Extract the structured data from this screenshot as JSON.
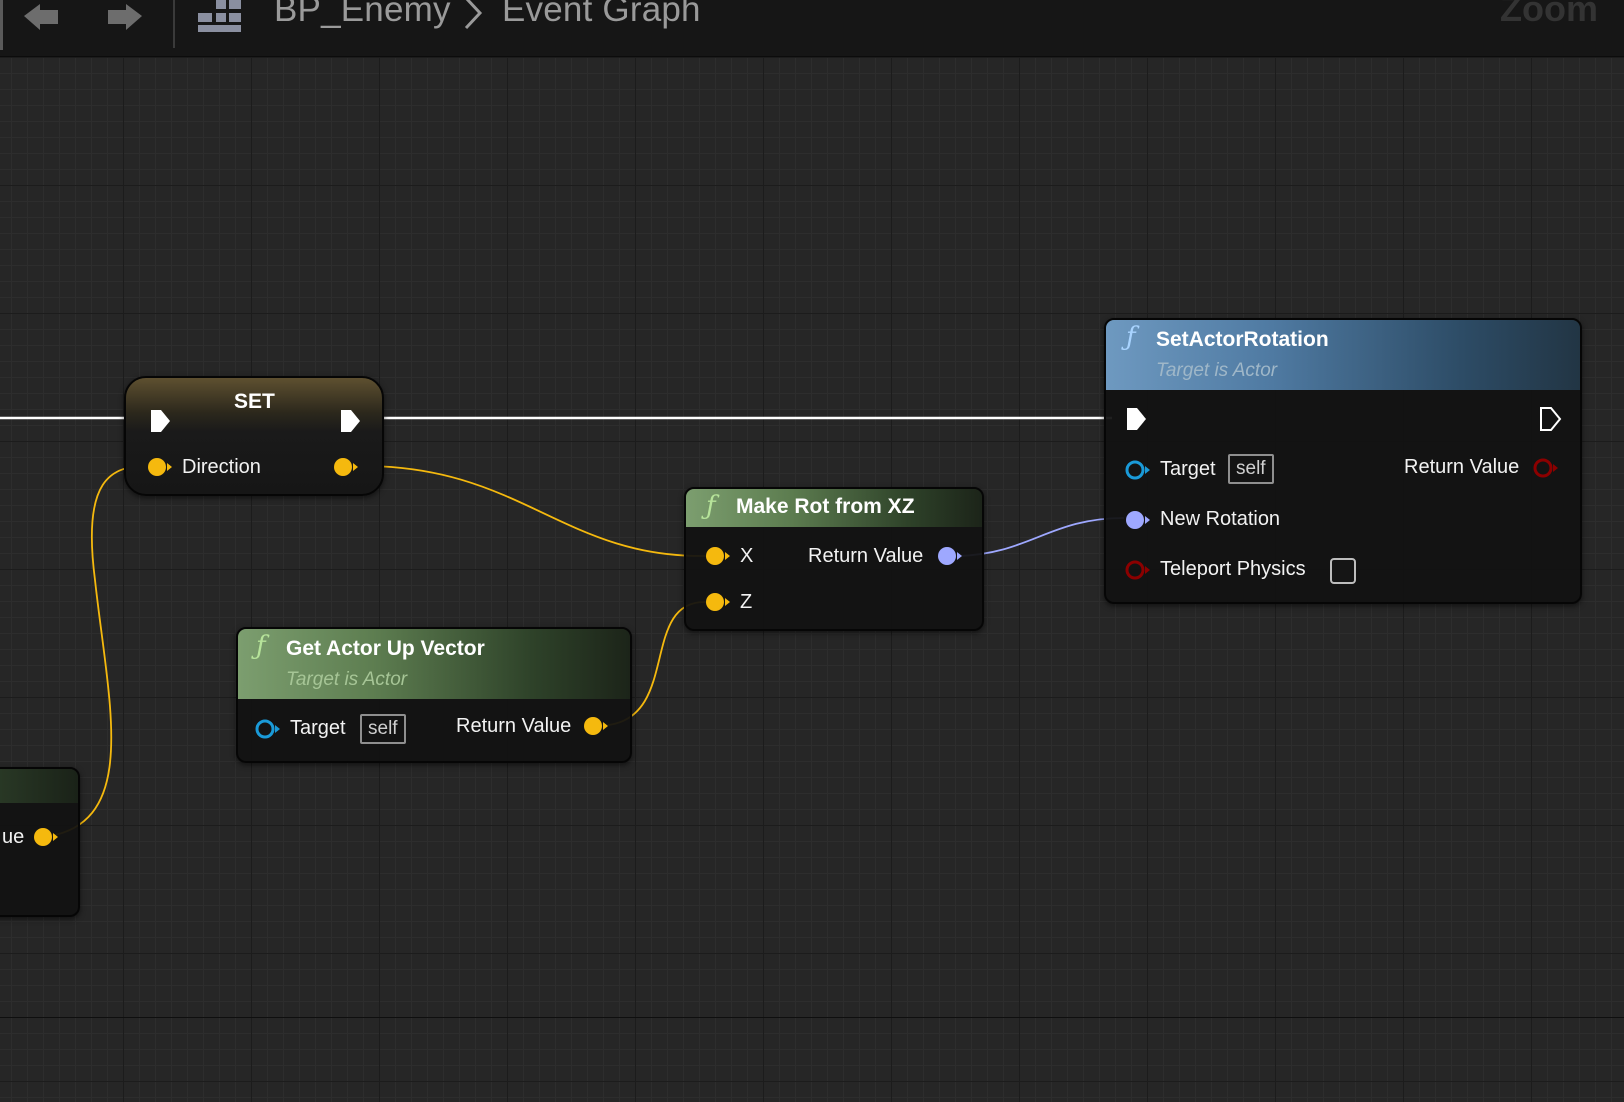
{
  "toolbar": {
    "breadcrumb_blueprint": "BP_Enemy",
    "breadcrumb_graph": "Event Graph",
    "zoom_label": "Zoom",
    "icons": [
      "back-arrow-icon",
      "forward-arrow-icon",
      "graph-icon",
      "chevron-right-icon"
    ]
  },
  "nodes": {
    "set": {
      "title": "SET",
      "input_label": "Direction"
    },
    "set_actor_rotation": {
      "title": "SetActorRotation",
      "subtitle": "Target is Actor",
      "target_label": "Target",
      "target_default": "self",
      "return_label": "Return Value",
      "new_rotation_label": "New Rotation",
      "teleport_label": "Teleport Physics",
      "teleport_checked": false
    },
    "make_rot": {
      "title": "Make Rot from XZ",
      "x_label": "X",
      "z_label": "Z",
      "return_label": "Return Value"
    },
    "get_up_vector": {
      "title": "Get Actor Up Vector",
      "subtitle": "Target is Actor",
      "target_label": "Target",
      "target_default": "self",
      "return_label": "Return Value"
    },
    "partial_node": {
      "output_label": "ue"
    }
  },
  "colors": {
    "vector_pin": "#f5b90e",
    "rotator_pin": "#9ea8ff",
    "object_pin": "#1a9ad8",
    "bool_pin": "#8c0000",
    "exec_wire": "#ffffff",
    "function_header": "#5d7d50",
    "actor_function_header": "#4f7aa2"
  }
}
